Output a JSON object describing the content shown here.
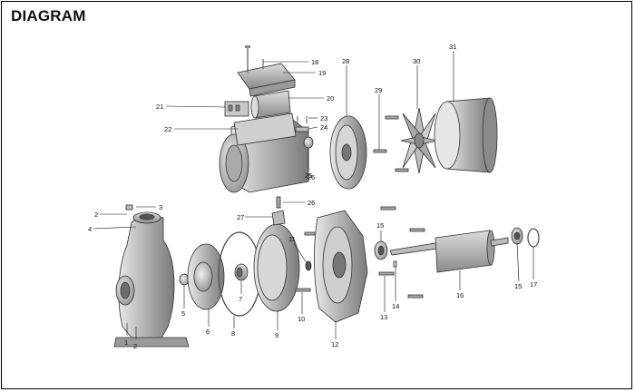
{
  "title": "DIAGRAM",
  "callouts": [
    "1",
    "2",
    "2",
    "3",
    "4",
    "5",
    "6",
    "7",
    "8",
    "9",
    "10",
    "11",
    "12",
    "13",
    "14",
    "15",
    "15",
    "16",
    "17",
    "18",
    "19",
    "20",
    "21",
    "22",
    "23",
    "24",
    "25",
    "26",
    "26",
    "27",
    "28",
    "29",
    "30",
    "31"
  ]
}
